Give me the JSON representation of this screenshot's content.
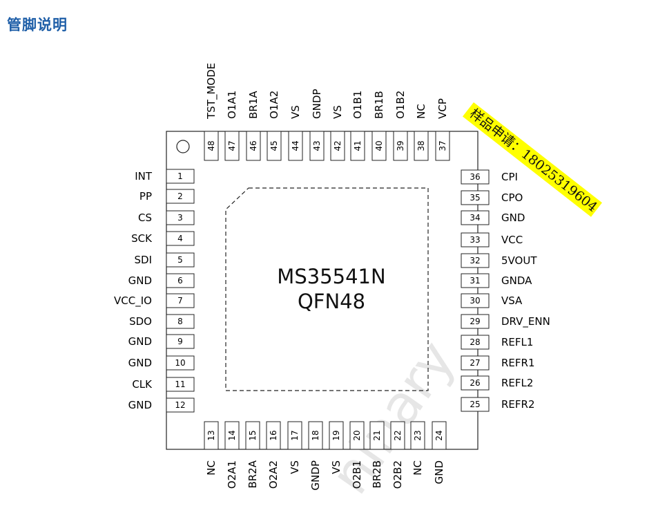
{
  "title": "管脚说明",
  "chip": {
    "part": "MS35541N",
    "package": "QFN48"
  },
  "sample_stamp": "样品申请：18025319604",
  "watermark": "ninary",
  "colors": {
    "title": "#1f5fa8",
    "stamp_bg": "#ffff00",
    "outline": "#222222"
  },
  "pins": {
    "left": [
      {
        "num": "1",
        "name": "INT"
      },
      {
        "num": "2",
        "name": "PP"
      },
      {
        "num": "3",
        "name": "CS"
      },
      {
        "num": "4",
        "name": "SCK"
      },
      {
        "num": "5",
        "name": "SDI"
      },
      {
        "num": "6",
        "name": "GND"
      },
      {
        "num": "7",
        "name": "VCC_IO"
      },
      {
        "num": "8",
        "name": "SDO"
      },
      {
        "num": "9",
        "name": "GND"
      },
      {
        "num": "10",
        "name": "GND"
      },
      {
        "num": "11",
        "name": "CLK"
      },
      {
        "num": "12",
        "name": "GND"
      }
    ],
    "bottom": [
      {
        "num": "13",
        "name": "NC"
      },
      {
        "num": "14",
        "name": "O2A1"
      },
      {
        "num": "15",
        "name": "BR2A"
      },
      {
        "num": "16",
        "name": "O2A2"
      },
      {
        "num": "17",
        "name": "VS"
      },
      {
        "num": "18",
        "name": "GNDP"
      },
      {
        "num": "19",
        "name": "VS"
      },
      {
        "num": "20",
        "name": "O2B1"
      },
      {
        "num": "21",
        "name": "BR2B"
      },
      {
        "num": "22",
        "name": "O2B2"
      },
      {
        "num": "23",
        "name": "NC"
      },
      {
        "num": "24",
        "name": "GND"
      }
    ],
    "right": [
      {
        "num": "25",
        "name": "REFR2"
      },
      {
        "num": "26",
        "name": "REFL2"
      },
      {
        "num": "27",
        "name": "REFR1"
      },
      {
        "num": "28",
        "name": "REFL1"
      },
      {
        "num": "29",
        "name": "DRV_ENN"
      },
      {
        "num": "30",
        "name": "VSA"
      },
      {
        "num": "31",
        "name": "GNDA"
      },
      {
        "num": "32",
        "name": "5VOUT"
      },
      {
        "num": "33",
        "name": "VCC"
      },
      {
        "num": "34",
        "name": "GND"
      },
      {
        "num": "35",
        "name": "CPO"
      },
      {
        "num": "36",
        "name": "CPI"
      }
    ],
    "top": [
      {
        "num": "37",
        "name": "VCP"
      },
      {
        "num": "38",
        "name": "NC"
      },
      {
        "num": "39",
        "name": "O1B2"
      },
      {
        "num": "40",
        "name": "BR1B"
      },
      {
        "num": "41",
        "name": "O1B1"
      },
      {
        "num": "42",
        "name": "VS"
      },
      {
        "num": "43",
        "name": "GNDP"
      },
      {
        "num": "44",
        "name": "VS"
      },
      {
        "num": "45",
        "name": "O1A2"
      },
      {
        "num": "46",
        "name": "BR1A"
      },
      {
        "num": "47",
        "name": "O1A1"
      },
      {
        "num": "48",
        "name": "TST_MODE"
      }
    ]
  }
}
